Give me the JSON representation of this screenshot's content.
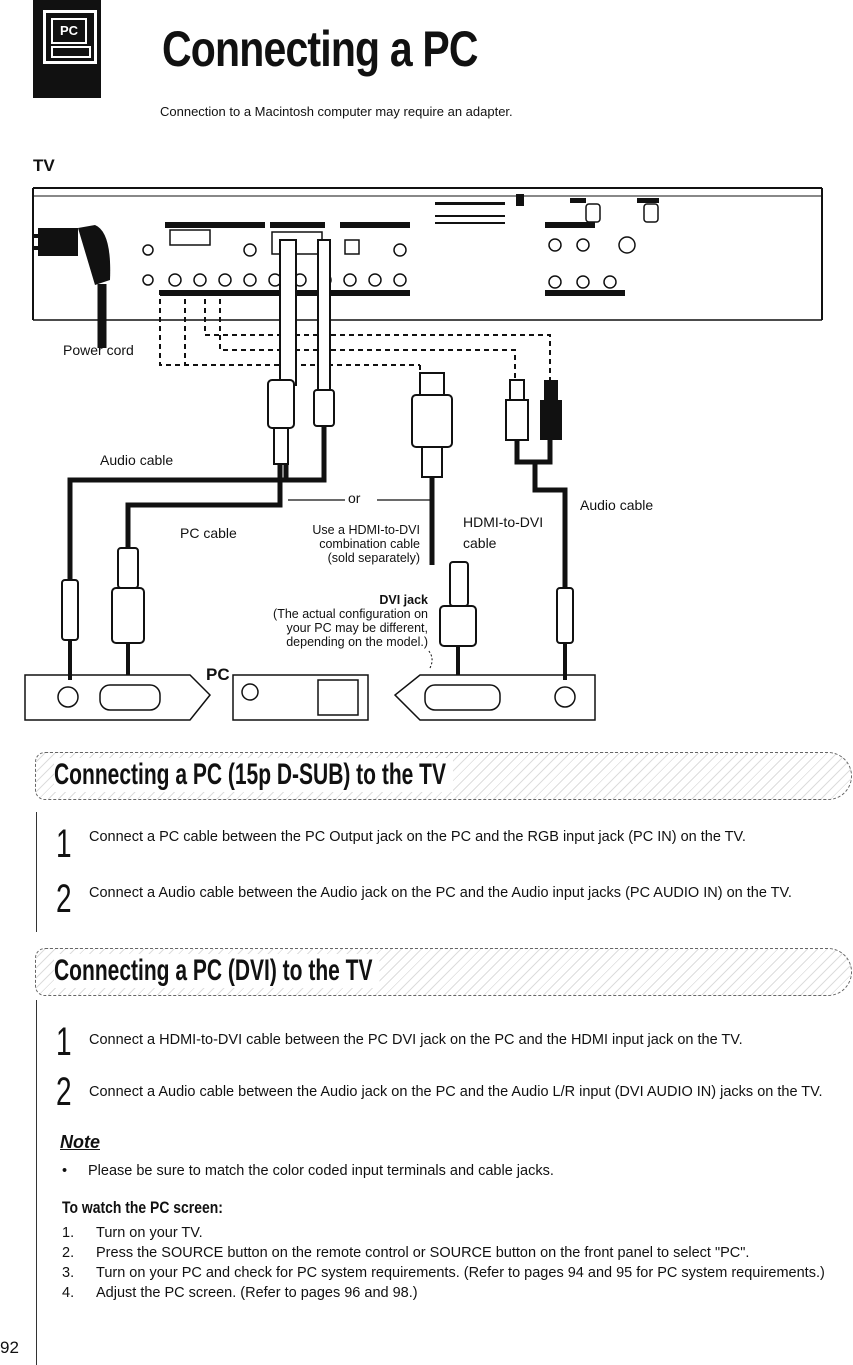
{
  "header": {
    "logo_text": "PC",
    "title": "Connecting a PC",
    "subtitle": "Connection to a Macintosh computer may require an adapter."
  },
  "diagram": {
    "tv_label": "TV",
    "power_cord": "Power cord",
    "audio_cable_left": "Audio cable",
    "pc_cable": "PC cable",
    "or_label": "or",
    "combo_note_1": "Use a HDMI-to-DVI",
    "combo_note_2": "combination cable",
    "combo_note_3": "(sold separately)",
    "hdmi_dvi_1": "HDMI-to-DVI",
    "hdmi_dvi_2": "cable",
    "audio_cable_right": "Audio cable",
    "dvi_jack": "DVI jack",
    "dvi_note_1": "(The actual configuration on",
    "dvi_note_2": "your PC may be different,",
    "dvi_note_3": "depending on the model.)",
    "pc_label": "PC"
  },
  "section1": {
    "title": "Connecting a PC (15p D-SUB) to the TV",
    "steps": [
      {
        "num": "1",
        "text": "Connect a PC cable between the PC Output jack on the PC and the RGB input jack (PC IN) on the TV."
      },
      {
        "num": "2",
        "text": "Connect a Audio cable between the Audio jack on the PC and the Audio input jacks (PC AUDIO IN) on the TV."
      }
    ]
  },
  "section2": {
    "title": "Connecting a PC (DVI) to the TV",
    "steps": [
      {
        "num": "1",
        "text": "Connect a HDMI-to-DVI cable between the PC DVI jack on the PC and the HDMI input jack on the TV."
      },
      {
        "num": "2",
        "text": "Connect a Audio cable between the Audio jack on the PC and the Audio L/R input (DVI AUDIO IN) jacks on the TV."
      }
    ]
  },
  "note": {
    "title": "Note",
    "bullet": "•",
    "text": "Please be sure to match the color coded input terminals and cable jacks."
  },
  "watch": {
    "title": "To watch the PC screen:",
    "items": [
      {
        "num": "1.",
        "text": "Turn on your TV."
      },
      {
        "num": "2.",
        "text": "Press the SOURCE button on the remote control or SOURCE button on the front panel to select \"PC\"."
      },
      {
        "num": "3.",
        "text": "Turn on your PC and check for PC system requirements. (Refer to pages 94 and 95 for PC system requirements.)"
      },
      {
        "num": "4.",
        "text": "Adjust the PC screen. (Refer to pages 96 and 98.)"
      }
    ]
  },
  "page_number": "92"
}
